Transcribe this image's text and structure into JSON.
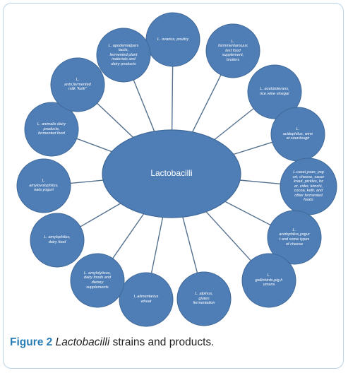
{
  "diagram": {
    "hub": {
      "label": "Lactobacilli"
    },
    "nodes": [
      {
        "id": "n1",
        "label": "L. ovarius, poultry"
      },
      {
        "id": "n2",
        "label": "L.\nfarmmentansuus\ntest food\nsupplement,\nbroilers"
      },
      {
        "id": "n3",
        "label": "L. acetotolerans,\nrice wine vinegar"
      },
      {
        "id": "n4",
        "label": "L.\nacidophilus, wine\nat sourdough"
      },
      {
        "id": "n5",
        "label": "L.casei,yoan,  yog\nurt, cheese, sauer\nkraut, pickles, bz\ner, cider, kimchi,\ncocoa, kefir, and\nother fermented\nfoods"
      },
      {
        "id": "n6",
        "label": "L.\nacidophilus,yogur\nt and some types\nof cheese"
      },
      {
        "id": "n7",
        "label": "L.\ngallinbirds,pig,h\numans"
      },
      {
        "id": "n8",
        "label": "L. alpinus,\ngluten\nfermentation"
      },
      {
        "id": "n9",
        "label": "L.alimentarius\nwheat"
      },
      {
        "id": "n10",
        "label": "L. amylolyticus,\ndairy foods and\ndietary\nsupplements"
      },
      {
        "id": "n11",
        "label": "L. amylophilus,\ndairy food"
      },
      {
        "id": "n12",
        "label": "L.\namylovolophilus,\nnata yogurt"
      },
      {
        "id": "n13",
        "label": "L. animalis dairy\nproducts,\nfermented food"
      },
      {
        "id": "n14",
        "label": "L.\nantri,fermented\nmilk \"kefir\""
      },
      {
        "id": "n15",
        "label": "L. apodemialpars\nlactis,\nfermented plant\nmaterials and\ndairy products"
      }
    ],
    "colors": {
      "fill": "#4f7eb6",
      "stroke": "#3e6797",
      "spoke": "#55718f"
    }
  },
  "caption": {
    "figure_label": "Figure 2",
    "genus": "Lactobacilli",
    "text": " strains and products."
  }
}
